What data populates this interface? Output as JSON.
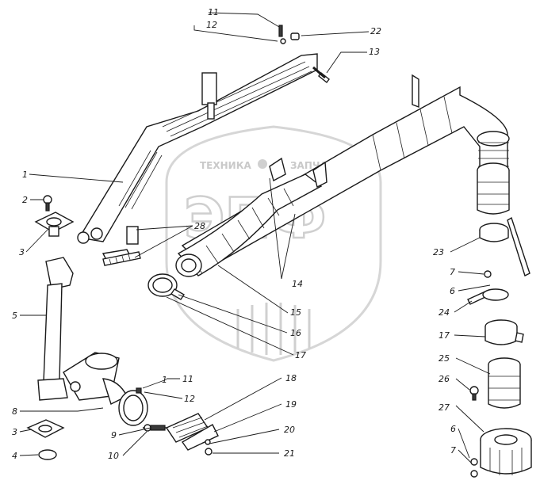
{
  "watermark": {
    "top_left_text": "ТЕХНИКА",
    "top_right_text": "ЗАПЧАСТИ",
    "center_text": "ЭПФ",
    "color": "#cfcfcf"
  },
  "callouts": [
    {
      "id": "c-11-top",
      "text": "11"
    },
    {
      "id": "c-12-top",
      "text": "12"
    },
    {
      "id": "c-22",
      "text": "22"
    },
    {
      "id": "c-13",
      "text": "13"
    },
    {
      "id": "c-1-top",
      "text": "1"
    },
    {
      "id": "c-2",
      "text": "2"
    },
    {
      "id": "c-3-top",
      "text": "3"
    },
    {
      "id": "c-28",
      "text": "28"
    },
    {
      "id": "c-14",
      "text": "14"
    },
    {
      "id": "c-15",
      "text": "15"
    },
    {
      "id": "c-16",
      "text": "16"
    },
    {
      "id": "c-17-mid",
      "text": "17"
    },
    {
      "id": "c-5",
      "text": "5"
    },
    {
      "id": "c-23",
      "text": "23"
    },
    {
      "id": "c-7-top",
      "text": "7"
    },
    {
      "id": "c-6-top",
      "text": "6"
    },
    {
      "id": "c-24",
      "text": "24"
    },
    {
      "id": "c-17-right",
      "text": "17"
    },
    {
      "id": "c-25",
      "text": "25"
    },
    {
      "id": "c-26",
      "text": "26"
    },
    {
      "id": "c-1-bottom",
      "text": "1"
    },
    {
      "id": "c-11-bottom",
      "text": "11"
    },
    {
      "id": "c-12-bottom",
      "text": "12"
    },
    {
      "id": "c-18",
      "text": "18"
    },
    {
      "id": "c-19-right",
      "text": "19"
    },
    {
      "id": "c-8",
      "text": "8"
    },
    {
      "id": "c-9",
      "text": "9"
    },
    {
      "id": "c-3-bottom",
      "text": "3"
    },
    {
      "id": "c-20",
      "text": "20"
    },
    {
      "id": "c-27",
      "text": "27"
    },
    {
      "id": "c-10",
      "text": "10"
    },
    {
      "id": "c-4",
      "text": "4"
    },
    {
      "id": "c-21",
      "text": "21"
    },
    {
      "id": "c-6-bottom",
      "text": "6"
    },
    {
      "id": "c-7-bottom",
      "text": "7"
    }
  ]
}
